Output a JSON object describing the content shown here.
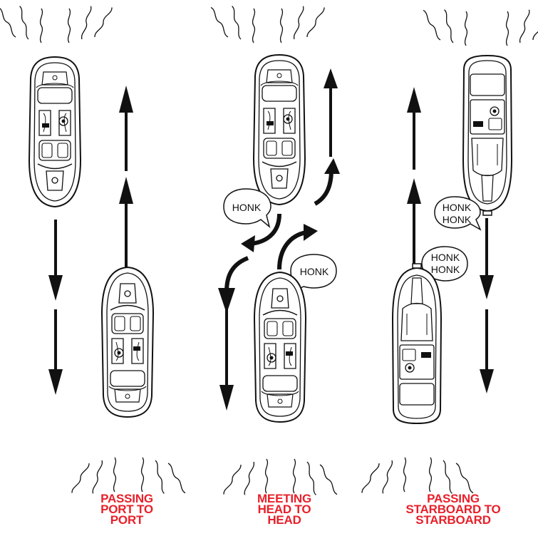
{
  "colors": {
    "caption": "#e8202a",
    "ink": "#111111",
    "background": "#ffffff"
  },
  "panels": [
    {
      "id": "port",
      "caption_lines": [
        "PASSING",
        "PORT TO",
        "PORT"
      ],
      "bubbles": []
    },
    {
      "id": "head",
      "caption_lines": [
        "MEETING",
        "HEAD TO",
        "HEAD"
      ],
      "bubbles": [
        {
          "lines": [
            "HONK"
          ]
        },
        {
          "lines": [
            "HONK"
          ]
        }
      ]
    },
    {
      "id": "starboard",
      "caption_lines": [
        "PASSING",
        "STARBOARD TO",
        "STARBOARD"
      ],
      "bubbles": [
        {
          "lines": [
            "HONK",
            "HONK"
          ]
        },
        {
          "lines": [
            "HONK",
            "HONK"
          ]
        }
      ]
    }
  ],
  "icons": [
    "boat-icon",
    "arrow-up-icon",
    "arrow-down-icon",
    "curved-arrow-icon",
    "wake-lines-icon",
    "speech-bubble-icon"
  ]
}
